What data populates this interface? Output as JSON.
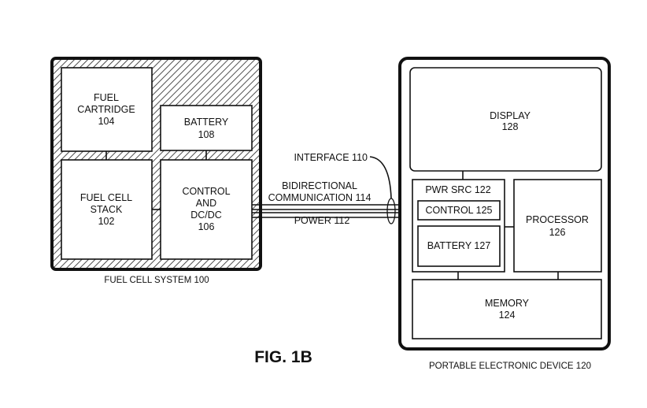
{
  "figure_label": "FIG. 1B",
  "fuel_cell_system": {
    "caption": "FUEL CELL SYSTEM 100",
    "fuel_cartridge": [
      "FUEL",
      "CARTRIDGE",
      "104"
    ],
    "battery": [
      "BATTERY",
      "108"
    ],
    "fuel_cell_stack": [
      "FUEL CELL",
      "STACK",
      "102"
    ],
    "control": [
      "CONTROL",
      "AND",
      "DC/DC",
      "106"
    ]
  },
  "interface": {
    "interface_label": "INTERFACE 110",
    "comm_label": [
      "BIDIRECTIONAL",
      "COMMUNICATION 114"
    ],
    "power_label": "POWER 112"
  },
  "portable_device": {
    "caption": "PORTABLE ELECTRONIC DEVICE 120",
    "display": [
      "DISPLAY",
      "128"
    ],
    "pwr_src": "PWR SRC 122",
    "control": "CONTROL 125",
    "battery": "BATTERY 127",
    "processor": [
      "PROCESSOR",
      "126"
    ],
    "memory": [
      "MEMORY",
      "124"
    ]
  }
}
